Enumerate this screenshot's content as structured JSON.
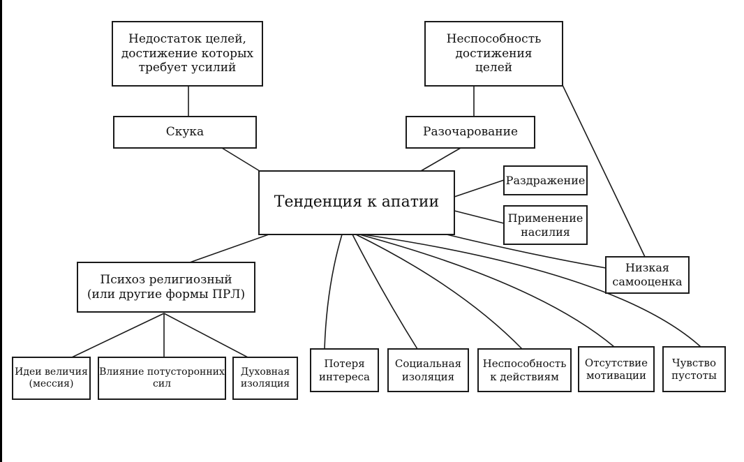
{
  "diagram": {
    "center": "Тенденция к апатии",
    "top_left": "Недостаток  целей,\nдостижение которых\nтребует усилий",
    "top_right": "Неспособность\nдостижения\nцелей",
    "boredom": "Скука",
    "disappointment": "Разочарование",
    "irritation": "Раздражение",
    "violence": "Применение\nнасилия",
    "low_self_esteem": "Низкая\nсамооценка",
    "psychosis": "Психоз религиозный\n(или другие формы ПРЛ)",
    "grandeur": "Идеи величия\n(мессия)",
    "otherworldly": "Влияние потусторонних\nсил",
    "spiritual_isolation": "Духовная\nизоляция",
    "loss_of_interest": "Потеря\nинтереса",
    "social_isolation": "Социальная\nизоляция",
    "inability_to_act": "Неспособность\nк действиям",
    "lack_of_motivation": "Отсутствие\nмотивации",
    "emptiness": "Чувство\nпустоты"
  },
  "colors": {
    "line": "#1a1a1a",
    "background": "#ffffff"
  }
}
